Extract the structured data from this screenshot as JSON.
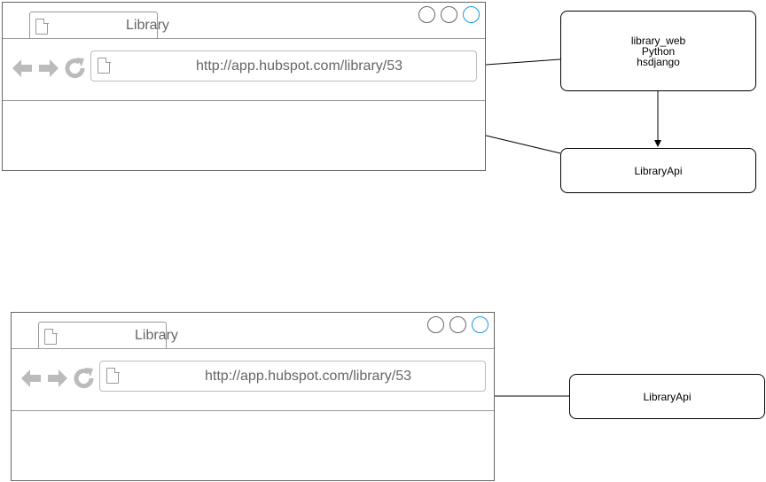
{
  "top_browser": {
    "tab_title": "Library",
    "url": "http://app.hubspot.com/library/53"
  },
  "bottom_browser": {
    "tab_title": "Library",
    "url": "http://app.hubspot.com/library/53"
  },
  "nodes": {
    "library_web": {
      "lines": [
        "library_web",
        "Python",
        "hsdjango"
      ]
    },
    "library_api_top": {
      "label": "LibraryApi"
    },
    "library_api_bottom": {
      "label": "LibraryApi"
    }
  },
  "colors": {
    "window_border": "#666666",
    "divider": "#999999",
    "icon_gray": "#bbbbbb",
    "close_button": "#1a9be6",
    "text_gray": "#666666"
  }
}
